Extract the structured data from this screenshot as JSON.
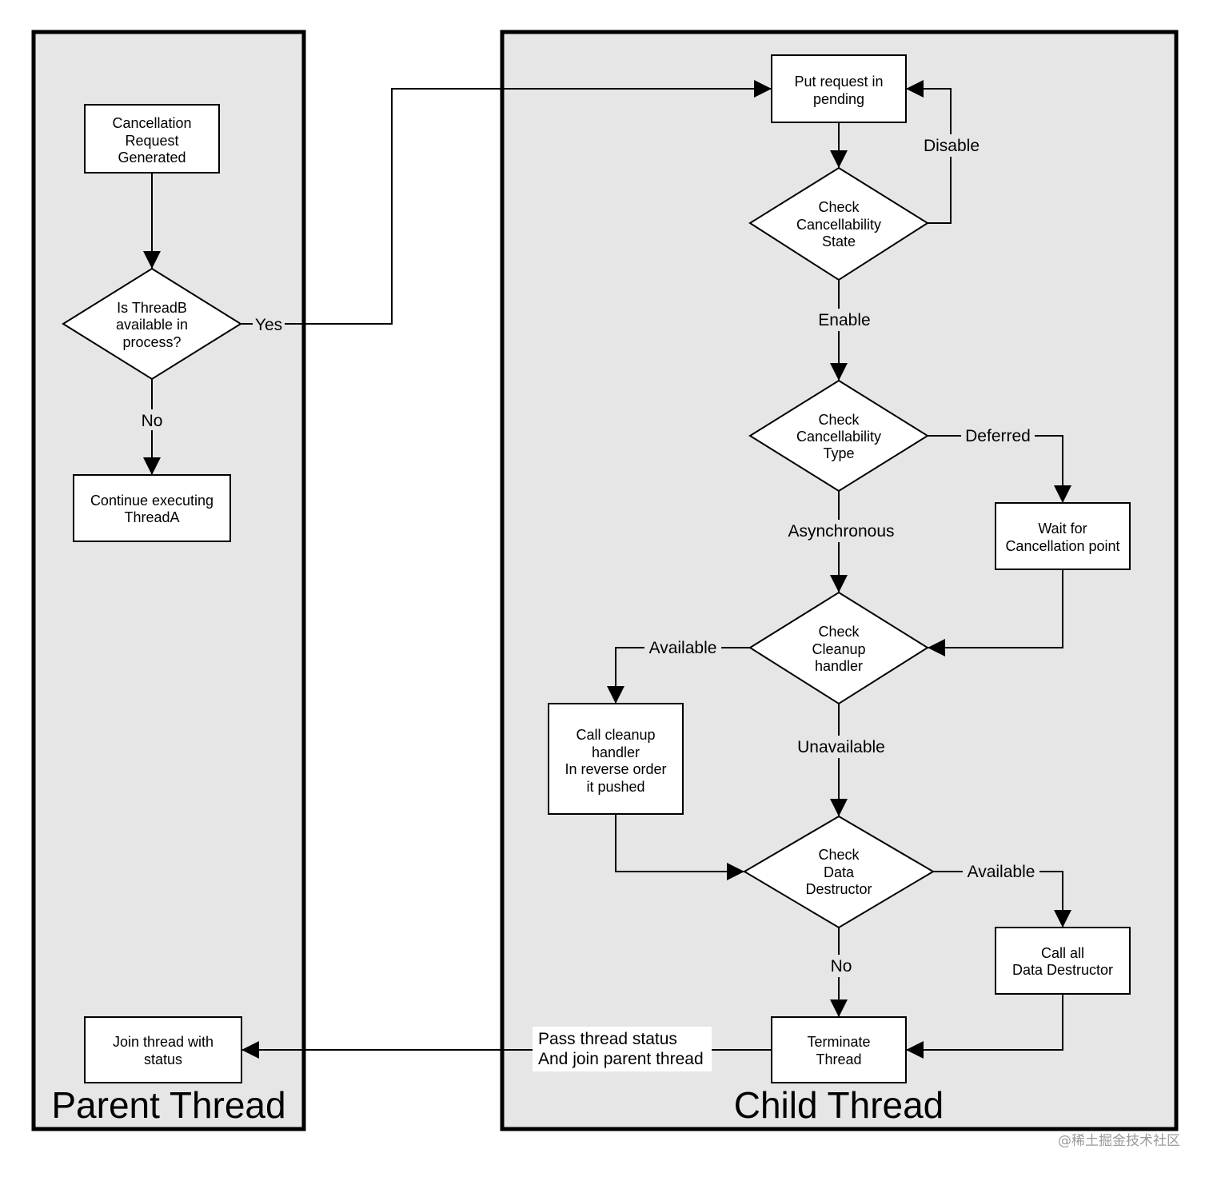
{
  "lanes": {
    "parent": {
      "title": "Parent Thread"
    },
    "child": {
      "title": "Child Thread"
    }
  },
  "nodes": {
    "cancel_request": [
      "Cancellation",
      "Request",
      "Generated"
    ],
    "is_threadb": [
      "Is ThreadB",
      "available in",
      "process?"
    ],
    "continue_a": [
      "Continue executing",
      "ThreadA"
    ],
    "join_thread": [
      "Join thread with",
      "status"
    ],
    "put_pending": [
      "Put request in",
      "pending"
    ],
    "check_state": [
      "Check",
      "Cancellability",
      "State"
    ],
    "check_type": [
      "Check",
      "Cancellability",
      "Type"
    ],
    "wait_point": [
      "Wait for",
      "Cancellation point"
    ],
    "check_cleanup": [
      "Check",
      "Cleanup",
      "handler"
    ],
    "call_cleanup": [
      "Call cleanup",
      "handler",
      "In reverse order",
      "it pushed"
    ],
    "check_destructor": [
      "Check",
      "Data",
      "Destructor"
    ],
    "call_destructor": [
      "Call all",
      "Data Destructor"
    ],
    "terminate": [
      "Terminate",
      "Thread"
    ]
  },
  "edges": {
    "yes": "Yes",
    "no_parent": "No",
    "disable": "Disable",
    "enable": "Enable",
    "deferred": "Deferred",
    "asynchronous": "Asynchronous",
    "available_cleanup": "Available",
    "unavailable": "Unavailable",
    "available_destructor": "Available",
    "no_child": "No",
    "pass_status": [
      "Pass thread status",
      "And join parent thread"
    ]
  },
  "watermark": "@稀土掘金技术社区"
}
